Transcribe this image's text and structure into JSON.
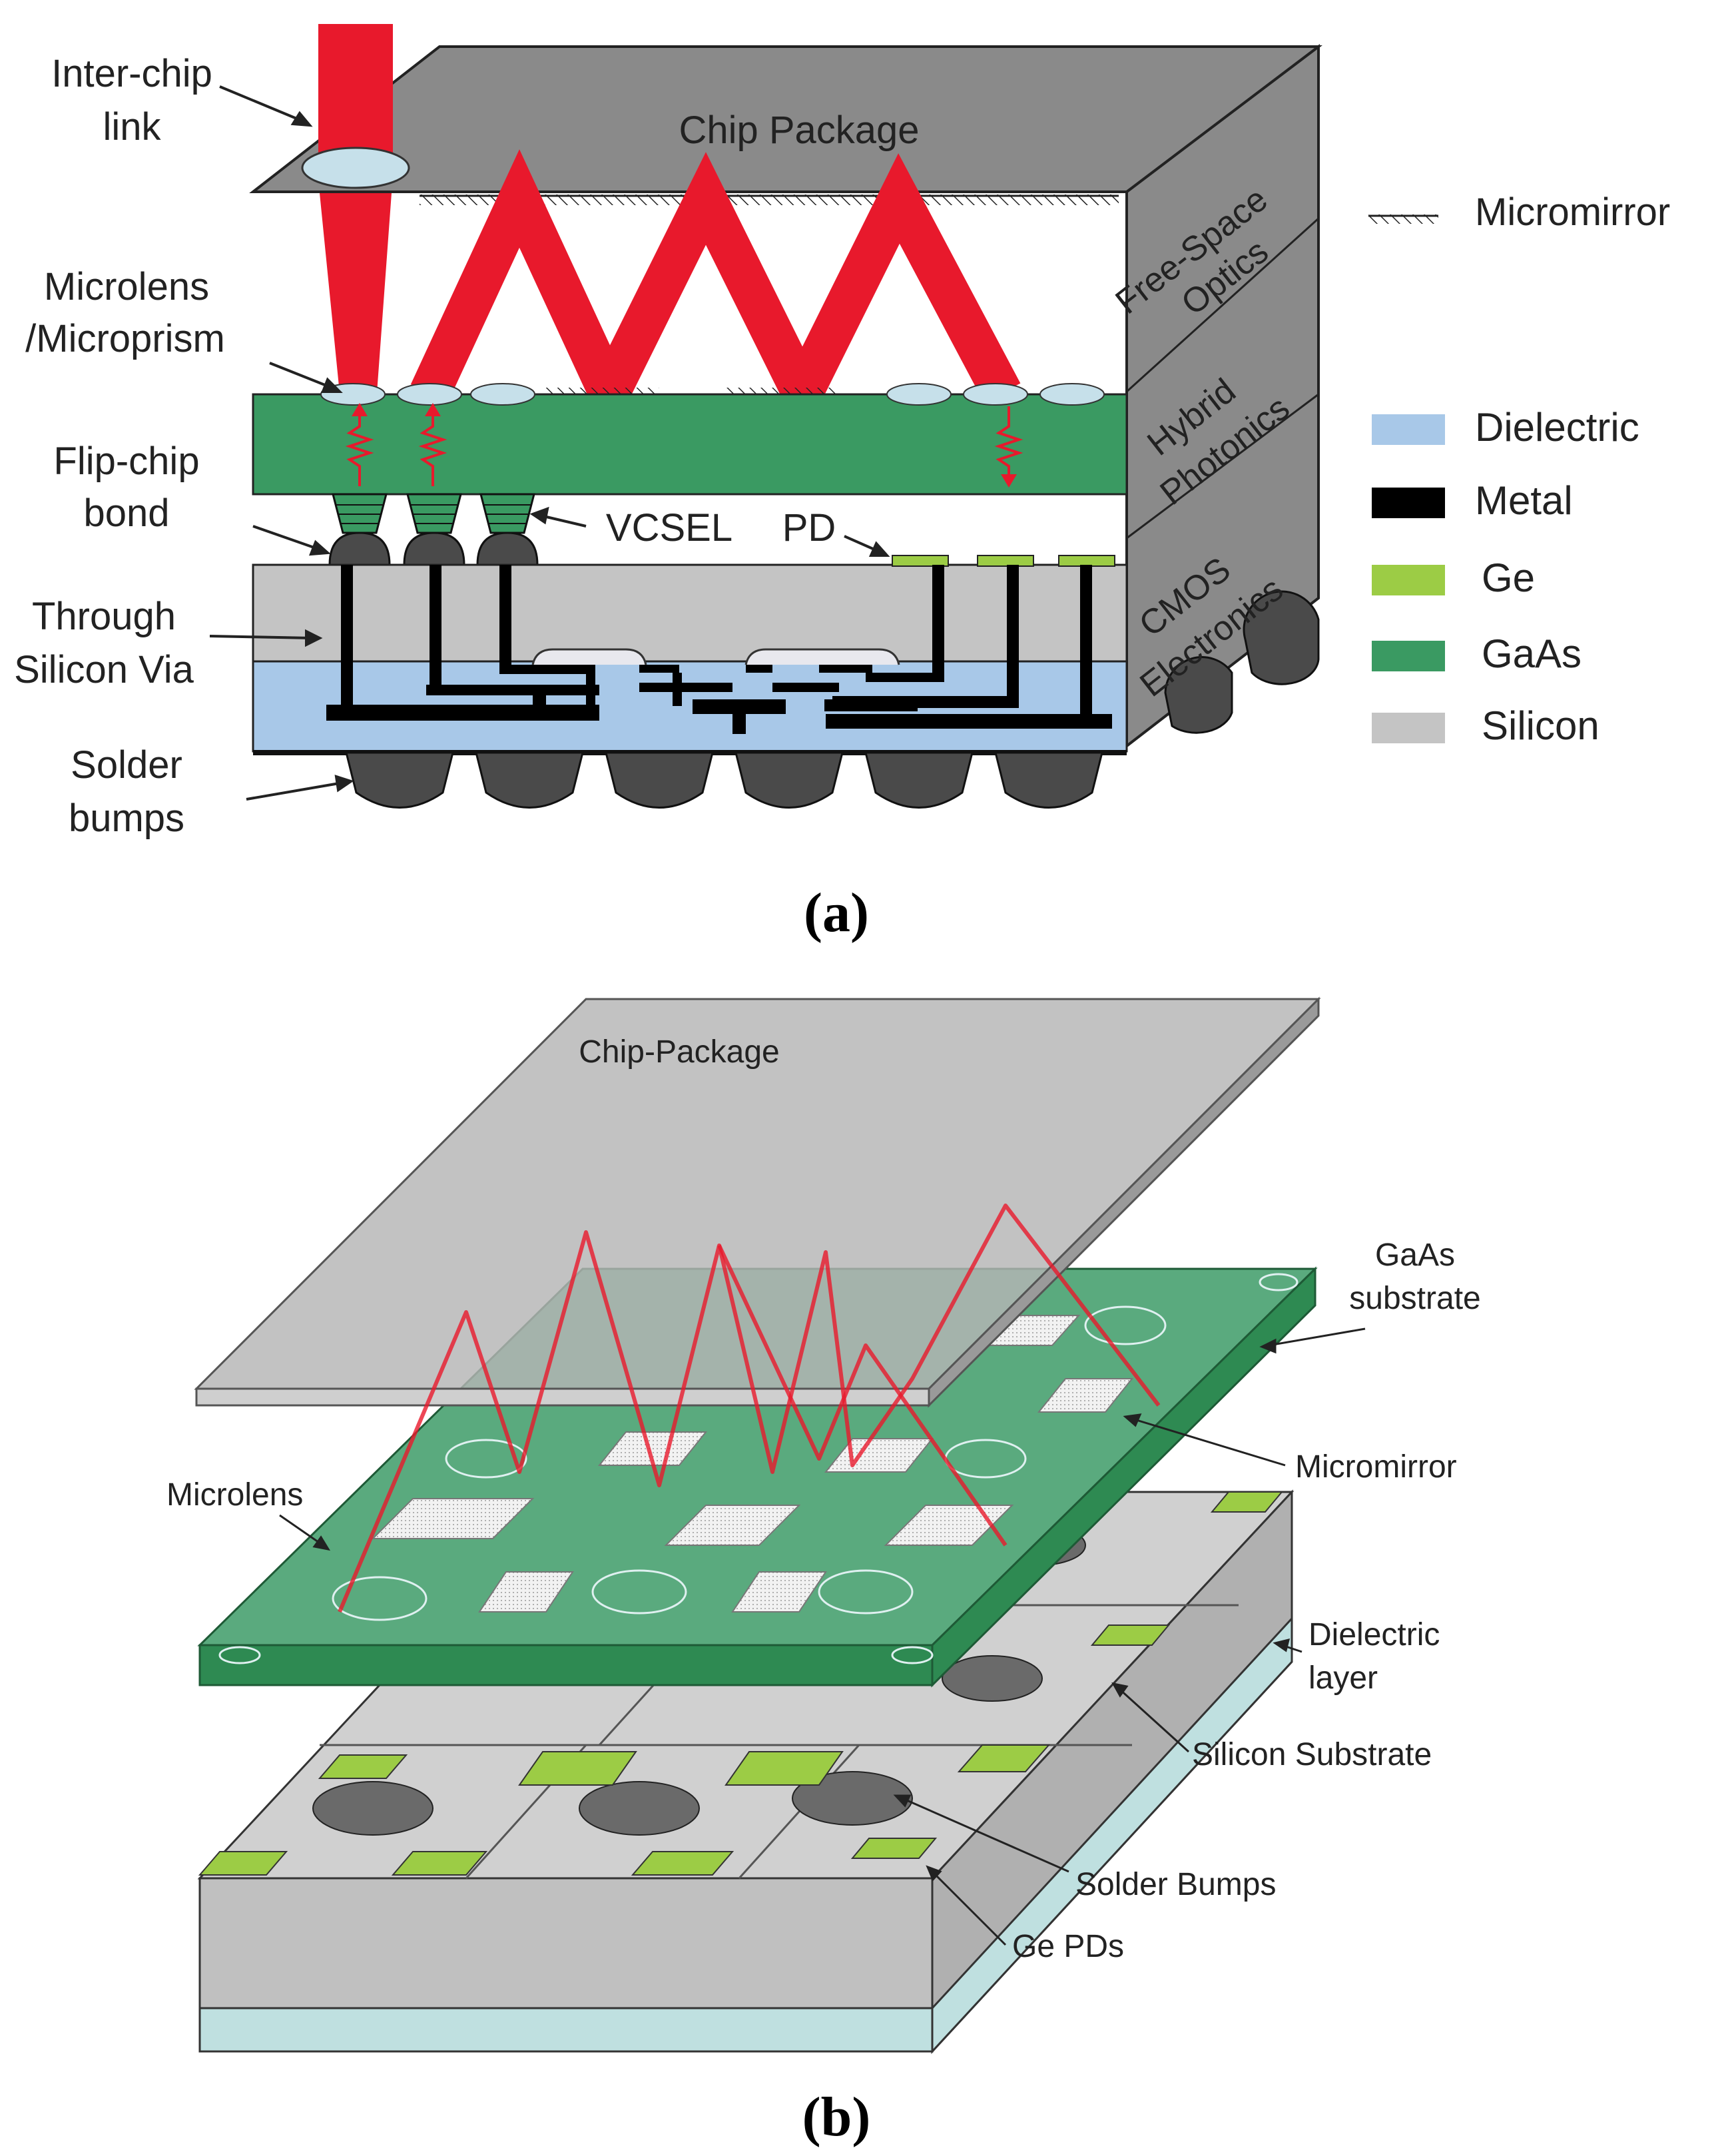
{
  "panel_a": {
    "chip_package": "Chip Package",
    "labels": {
      "inter_chip_1": "Inter-chip",
      "inter_chip_2": "link",
      "microlens_1": "Microlens",
      "microlens_2": "/Microprism",
      "flipchip_1": "Flip-chip",
      "flipchip_2": "bond",
      "tsv_1": "Through",
      "tsv_2": "Silicon Via",
      "solder_1": "Solder",
      "solder_2": "bumps",
      "vcsel": "VCSEL",
      "pd": "PD"
    },
    "side_labels": {
      "fso_1": "Free-Space",
      "fso_2": "Optics",
      "hybrid_1": "Hybrid",
      "hybrid_2": "Photonics",
      "cmos_1": "CMOS",
      "cmos_2": "Electronics"
    },
    "micromirror_key": "Micromirror",
    "legend": [
      {
        "label": "Dielectric",
        "color": "#a8c8e8"
      },
      {
        "label": "Metal",
        "color": "#000000"
      },
      {
        "label": "Ge",
        "color": "#9ccc45"
      },
      {
        "label": "GaAs",
        "color": "#3a9a62"
      },
      {
        "label": "Silicon",
        "color": "#c4c4c4"
      }
    ],
    "caption": "(a)",
    "colors": {
      "beam": "#e8192c",
      "package": "#8a8a8a",
      "gaas": "#3a9a62",
      "silicon": "#c4c4c4",
      "dielectric": "#a8c8e8",
      "ge": "#9ccc45",
      "solder": "#4a4a4a"
    }
  },
  "panel_b": {
    "chip_package": "Chip-Package",
    "labels": {
      "gaas_1": "GaAs",
      "gaas_2": "substrate",
      "micromirror": "Micromirror",
      "microlens": "Microlens",
      "dielectric_1": "Dielectric",
      "dielectric_2": "layer",
      "silicon_substrate": "Silicon Substrate",
      "solder_bumps": "Solder Bumps",
      "ge_pds": "Ge PDs"
    },
    "caption": "(b)",
    "colors": {
      "gaas_top": "#5aaa7e",
      "gaas_side": "#2e8a52",
      "silicon_top": "#d0d0d0",
      "silicon_side": "#b0b0b0",
      "dielectric_side": "#bfe0e0",
      "package_top": "#b4b4b4",
      "beam": "#e8192c"
    }
  }
}
